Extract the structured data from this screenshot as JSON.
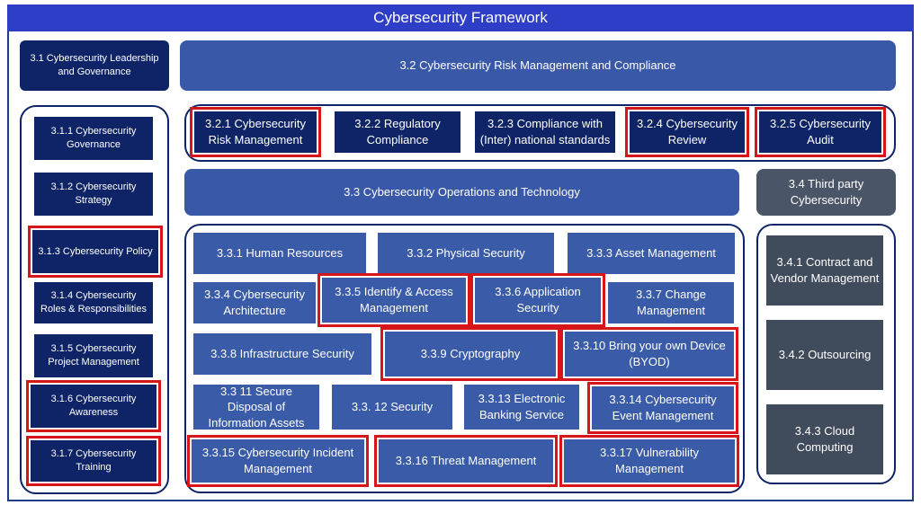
{
  "title": "Cybersecurity Framework",
  "left_header": "3.1 Cybersecurity Leadership and Governance",
  "left_items": [
    {
      "label": "3.1.1 Cybersecurity Governance",
      "highlighted": false
    },
    {
      "label": "3.1.2 Cybersecurity Strategy",
      "highlighted": false
    },
    {
      "label": "3.1.3 Cybersecurity Policy",
      "highlighted": true
    },
    {
      "label": "3.1.4 Cybersecurity Roles & Responsibilities",
      "highlighted": false
    },
    {
      "label": "3.1.5 Cybersecurity Project Management",
      "highlighted": false
    },
    {
      "label": "3.1.6 Cybersecurity Awareness",
      "highlighted": true
    },
    {
      "label": "3.1.7 Cybersecurity Training",
      "highlighted": true
    }
  ],
  "risk_header": "3.2 Cybersecurity Risk Management and Compliance",
  "risk_items": [
    {
      "label": "3.2.1 Cybersecurity Risk Management",
      "highlighted": true
    },
    {
      "label": "3.2.2 Regulatory Compliance",
      "highlighted": false
    },
    {
      "label": "3.2.3 Compliance with (Inter) national standards",
      "highlighted": false
    },
    {
      "label": "3.2.4 Cybersecurity Review",
      "highlighted": true
    },
    {
      "label": "3.2.5 Cybersecurity Audit",
      "highlighted": true
    }
  ],
  "ops_header": "3.3 Cybersecurity Operations and Technology",
  "ops_items": [
    {
      "label": "3.3.1 Human Resources",
      "highlighted": false
    },
    {
      "label": "3.3.2 Physical Security",
      "highlighted": false
    },
    {
      "label": "3.3.3 Asset Management",
      "highlighted": false
    },
    {
      "label": "3.3.4 Cybersecurity Architecture",
      "highlighted": false
    },
    {
      "label": "3.3.5 Identify & Access Management",
      "highlighted": true
    },
    {
      "label": "3.3.6 Application Security",
      "highlighted": true
    },
    {
      "label": "3.3.7 Change Management",
      "highlighted": false
    },
    {
      "label": "3.3.8 Infrastructure Security",
      "highlighted": false
    },
    {
      "label": "3.3.9 Cryptography",
      "highlighted": true
    },
    {
      "label": "3.3.10 Bring your own Device (BYOD)",
      "highlighted": true
    },
    {
      "label": "3.3 11 Secure Disposal of Information Assets",
      "highlighted": false
    },
    {
      "label": "3.3. 12 Security",
      "highlighted": false
    },
    {
      "label": "3.3.13 Electronic Banking Service",
      "highlighted": false
    },
    {
      "label": "3.3.14 Cybersecurity Event Management",
      "highlighted": true
    },
    {
      "label": "3.3.15 Cybersecurity Incident Management",
      "highlighted": true
    },
    {
      "label": "3.3.16 Threat Management",
      "highlighted": true
    },
    {
      "label": "3.3.17 Vulnerability Management",
      "highlighted": true
    }
  ],
  "third_header": "3.4 Third party Cybersecurity",
  "third_items": [
    {
      "label": "3.4.1 Contract and Vendor Management",
      "highlighted": false
    },
    {
      "label": "3.4.2 Outsourcing",
      "highlighted": false
    },
    {
      "label": "3.4.3 Cloud Computing",
      "highlighted": false
    }
  ],
  "colors": {
    "title_bar": "#2e3ec6",
    "navy": "#0e2466",
    "blue": "#3a5ba8",
    "slate": "#4a5568",
    "highlight": "#d6161a"
  }
}
